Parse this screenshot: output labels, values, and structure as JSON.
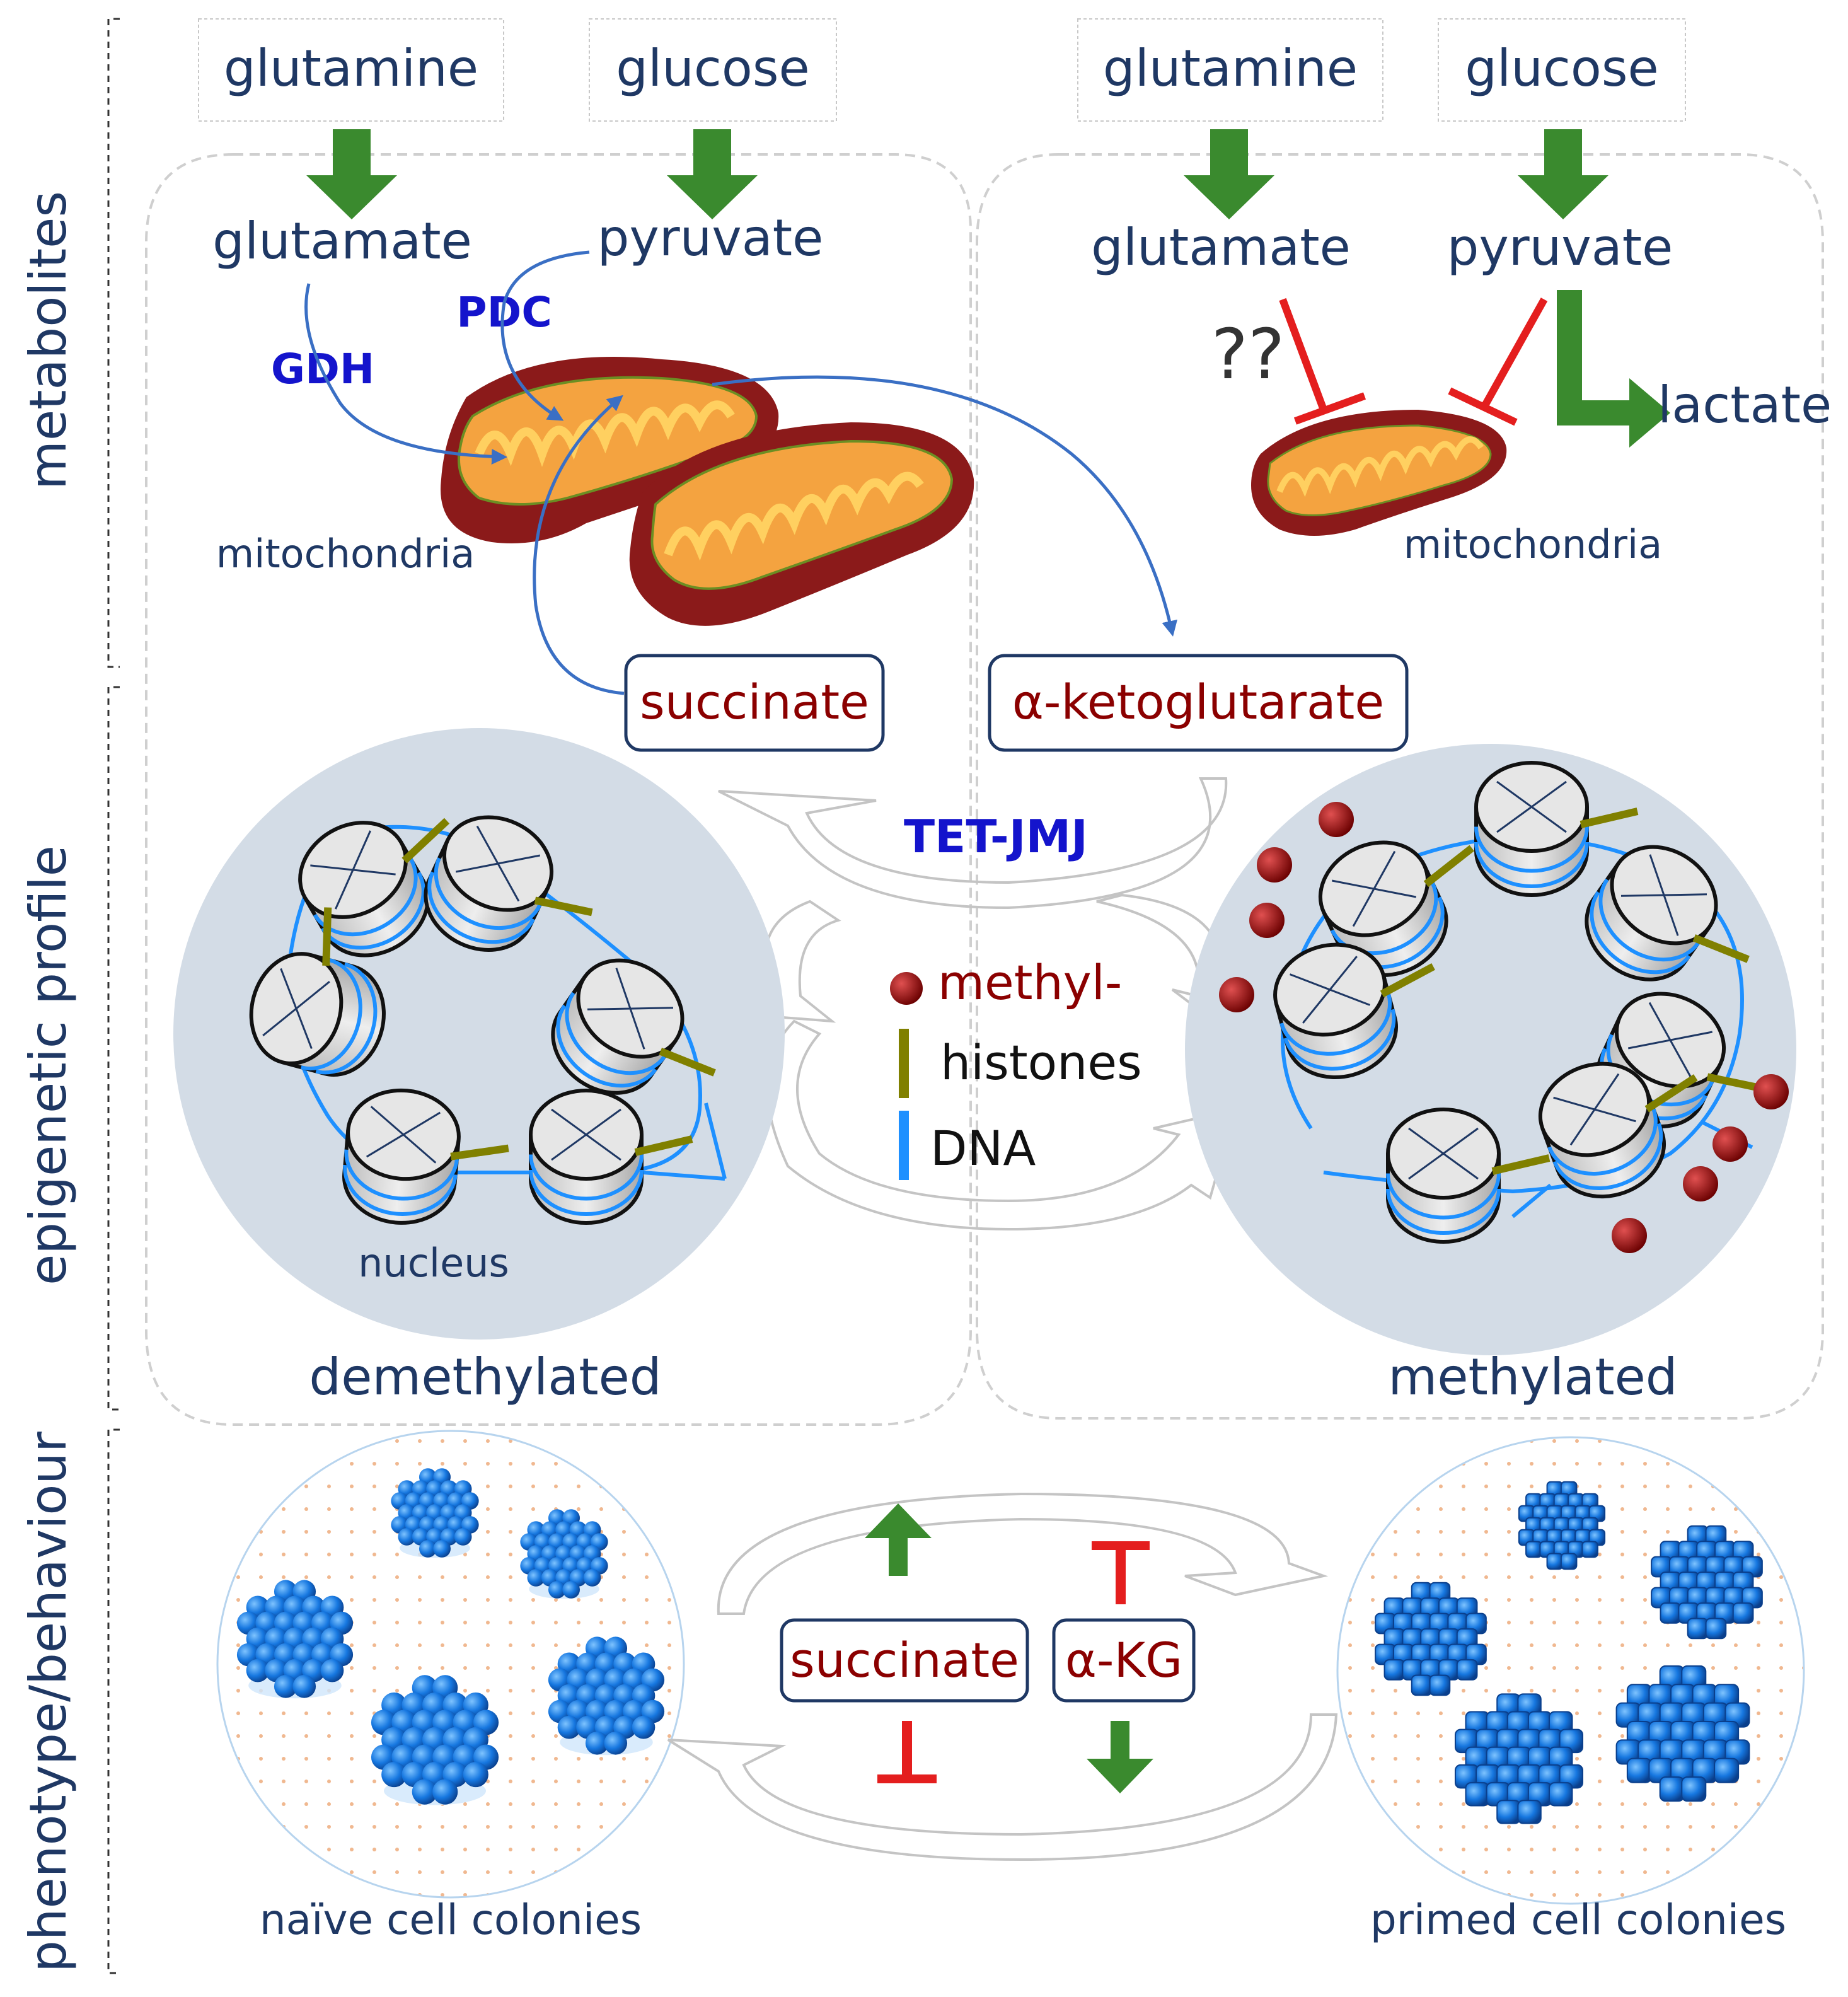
{
  "sections": {
    "metabolites": "metabolites",
    "epigenetic": "epigenetic profile",
    "phenotype": "phenotype/behaviour"
  },
  "left": {
    "glutamine": "glutamine",
    "glucose": "glucose",
    "glutamate": "glutamate",
    "pyruvate": "pyruvate",
    "gdh": "GDH",
    "pdc": "PDC",
    "mitochondria": "mitochondria",
    "nucleus": "nucleus",
    "state": "demethylated",
    "colonies": "naïve cell colonies"
  },
  "right": {
    "glutamine": "glutamine",
    "glucose": "glucose",
    "glutamate": "glutamate",
    "pyruvate": "pyruvate",
    "unknown": "??",
    "lactate": "lactate",
    "mitochondria": "mitochondria",
    "state": "methylated",
    "colonies": "primed cell colonies"
  },
  "center": {
    "succinate": "succinate",
    "akg": "α-ketoglutarate",
    "enzyme": "TET-JMJ",
    "legend": {
      "methyl": "methyl-",
      "histones": "histones",
      "dna": "DNA"
    },
    "succinate_short": "succinate",
    "akg_short": "α-KG"
  },
  "colors": {
    "navy": "#1f3864",
    "enzyme_blue": "#1414cc",
    "dark_red": "#8b0000",
    "green": "#3a8a2e",
    "red": "#e41e1e",
    "olive": "#808000",
    "dna_blue": "#1e90ff",
    "nucleus_bg": "#d3dce6",
    "mito_outer": "#8b1a1a",
    "mito_inner": "#f4a340"
  }
}
